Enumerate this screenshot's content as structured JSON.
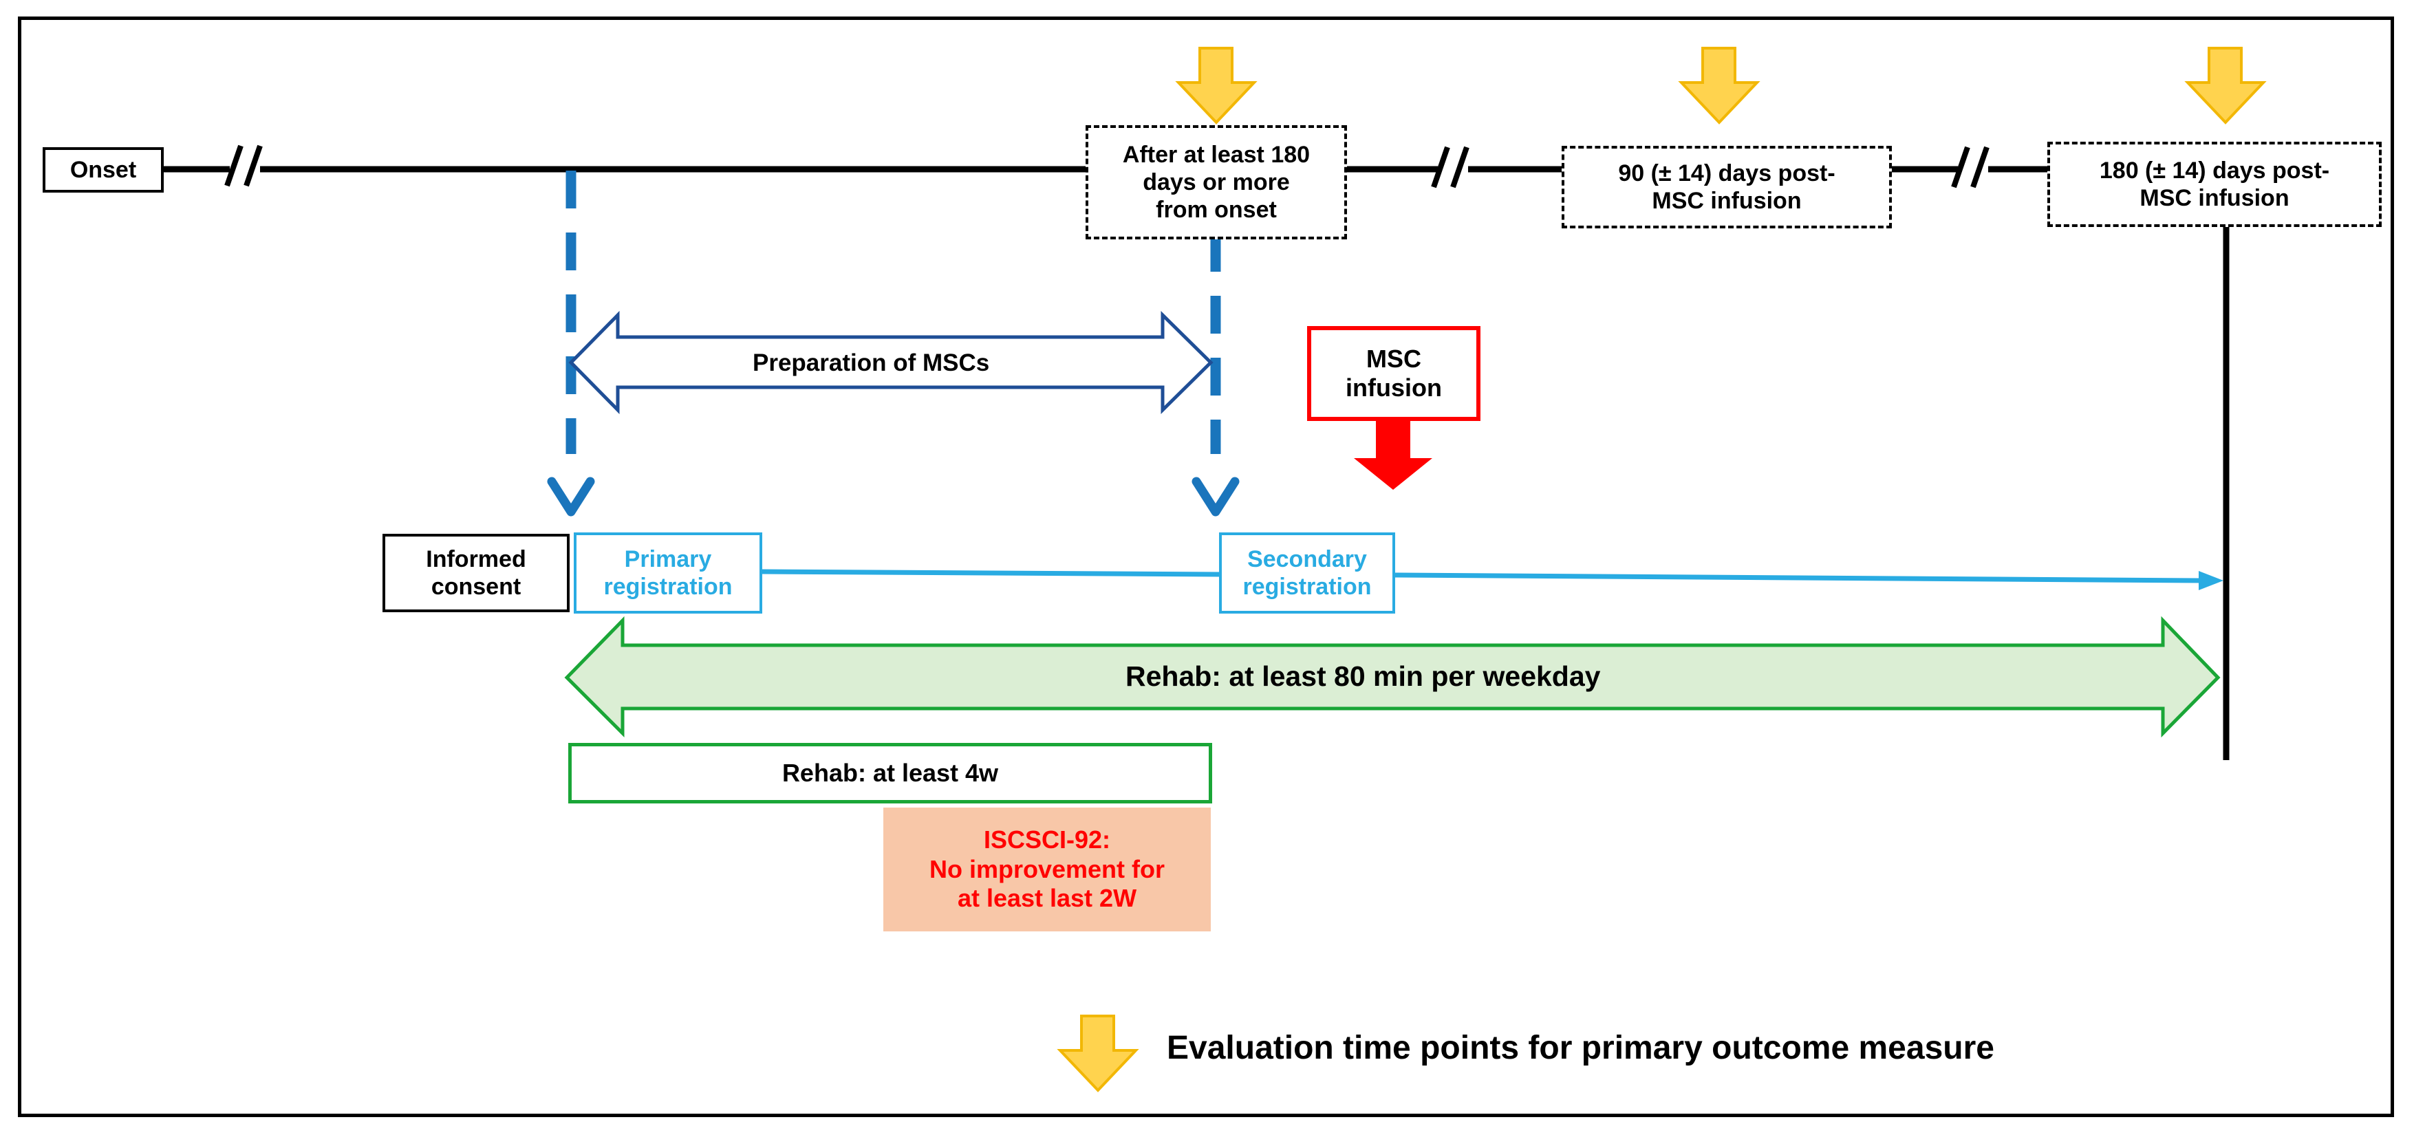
{
  "timeline": {
    "onset": "Onset",
    "eval_1": "After at least 180\ndays or more\nfrom onset",
    "eval_2": "90 (± 14) days post-\nMSC infusion",
    "eval_3": "180 (± 14) days post-\nMSC infusion"
  },
  "process": {
    "preparation": "Preparation of MSCs",
    "msc_infusion": "MSC\ninfusion",
    "informed_consent": "Informed\nconsent",
    "primary_registration": "Primary\nregistration",
    "secondary_registration": "Secondary\nregistration",
    "rehab_weekday": "Rehab: at least 80 min per weekday",
    "rehab_4w": "Rehab: at least 4w",
    "iscsci_note": "ISCSCI-92:\nNo improvement for\nat least last 2W"
  },
  "legend": {
    "evaluation": "Evaluation time points for primary outcome measure"
  },
  "colors": {
    "timeline": "#000000",
    "blue_dashed": "#1a75bc",
    "light_blue": "#29abe2",
    "green": "#1aa637",
    "green_fill": "#dbeed4",
    "red": "#ff0000",
    "yellow": "#ffd34e",
    "yellow_stroke": "#f2b705",
    "navy": "#1f4e96",
    "salmon": "#f8c7a8"
  }
}
